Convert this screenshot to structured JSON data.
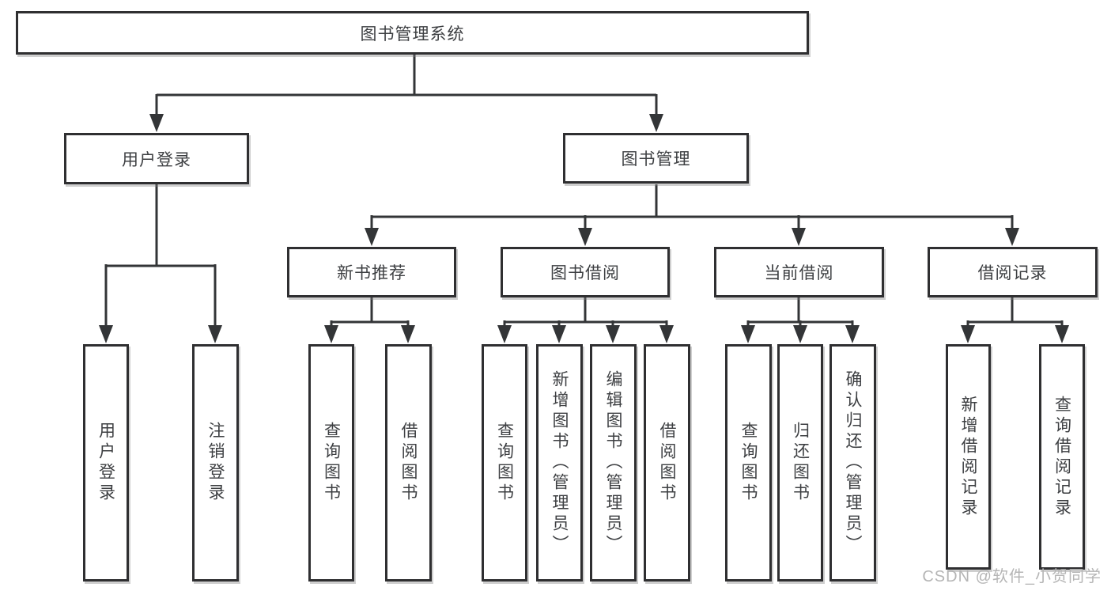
{
  "diagram": {
    "title_note": "functional structure chart",
    "root": {
      "label": "图书管理系统"
    },
    "branches": [
      {
        "label": "用户登录",
        "leaves": [
          {
            "label": "用户登录"
          },
          {
            "label": "注销登录"
          }
        ]
      },
      {
        "label": "图书管理",
        "groups": [
          {
            "label": "新书推荐",
            "leaves": [
              {
                "label": "查询图书"
              },
              {
                "label": "借阅图书"
              }
            ]
          },
          {
            "label": "图书借阅",
            "leaves": [
              {
                "label": "查询图书"
              },
              {
                "label": "新增图书（管理员）"
              },
              {
                "label": "编辑图书（管理员）"
              },
              {
                "label": "借阅图书"
              }
            ]
          },
          {
            "label": "当前借阅",
            "leaves": [
              {
                "label": "查询图书"
              },
              {
                "label": "归还图书"
              },
              {
                "label": "确认归还（管理员）"
              }
            ]
          },
          {
            "label": "借阅记录",
            "leaves": [
              {
                "label": "新增借阅记录"
              },
              {
                "label": "查询借阅记录"
              }
            ]
          }
        ]
      }
    ]
  },
  "watermark": {
    "text": "CSDN @软件_小贺同学"
  },
  "colors": {
    "line": "#333537",
    "box_border": "#2f2f31",
    "text": "#3d3f42",
    "watermark": "#b5b5b5",
    "background": "#ffffff"
  }
}
